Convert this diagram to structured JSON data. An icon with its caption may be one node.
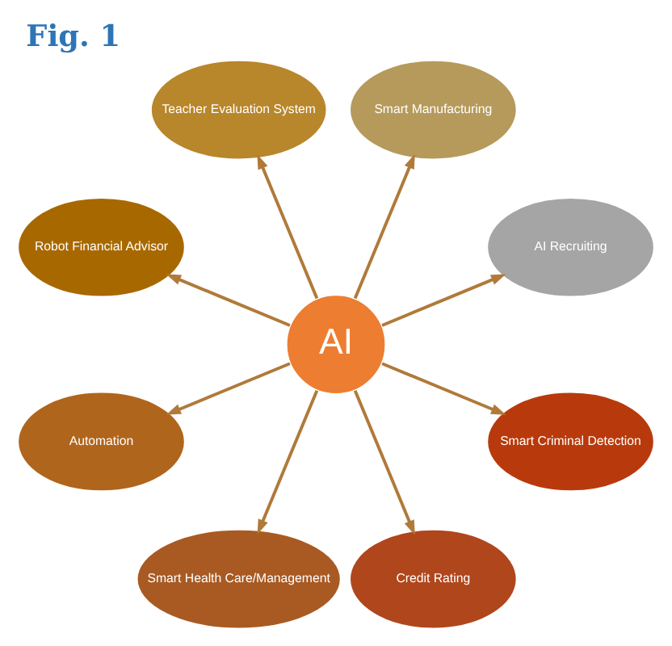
{
  "diagram": {
    "title": "Fig. 1",
    "nodes": [
      {
        "text": [
          "AI"
        ]
      },
      {
        "text": [
          "AI Recruiting"
        ]
      },
      {
        "text": [
          "Smart Manufacturing"
        ]
      },
      {
        "text": [
          "Teacher Evaluation System"
        ]
      },
      {
        "text": [
          "Robot Financial Advisor"
        ]
      },
      {
        "text": [
          "Automation"
        ]
      },
      {
        "text": [
          "Smart Health Care/Management"
        ]
      },
      {
        "text": [
          "Credit Rating"
        ]
      },
      {
        "text": [
          "Smart Criminal Detection"
        ]
      }
    ],
    "edges": [
      {
        "from": 0,
        "to": 1,
        "arrow": "to"
      },
      {
        "from": 0,
        "to": 2,
        "arrow": "to"
      },
      {
        "from": 0,
        "to": 3,
        "arrow": "to"
      },
      {
        "from": 0,
        "to": 4,
        "arrow": "to"
      },
      {
        "from": 0,
        "to": 5,
        "arrow": "to"
      },
      {
        "from": 0,
        "to": 6,
        "arrow": "to"
      },
      {
        "from": 0,
        "to": 7,
        "arrow": "to"
      },
      {
        "from": 0,
        "to": 8,
        "arrow": "to"
      }
    ]
  }
}
